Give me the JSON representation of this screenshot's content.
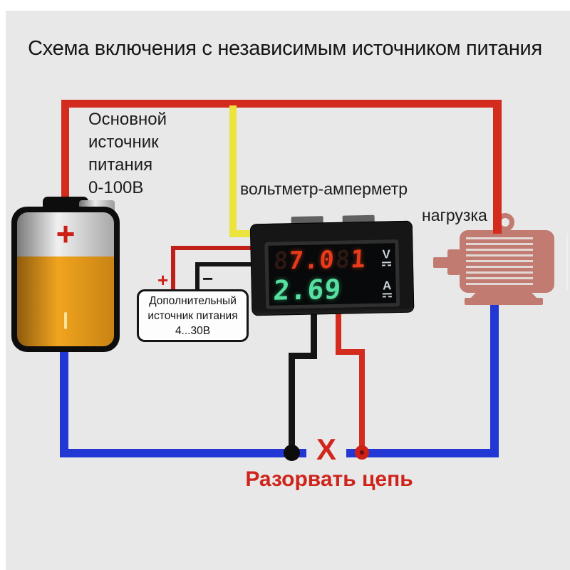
{
  "title": "Схема включения с независимым источником питания",
  "labels": {
    "main_source_line1": "Основной",
    "main_source_line2": "источник",
    "main_source_line3": "питания",
    "main_source_line4": "0-100В",
    "meter": "вольтметр-амперметр",
    "load": "нагрузка",
    "aux_line1": "Дополнительный",
    "aux_line2": "источник питания",
    "aux_line3": "4...30В",
    "aux_plus": "+",
    "aux_minus": "−",
    "break_mark": "X",
    "break_label": "Разорвать цепь"
  },
  "battery": {
    "plus_mark": "+"
  },
  "display": {
    "voltage_value": "7.01",
    "voltage_left": "7.0",
    "voltage_ghost": "8",
    "voltage_right": "1",
    "voltage_unit": "V",
    "current_value": "2.69",
    "current_unit": "A"
  },
  "colors": {
    "background": "#e8e8e8",
    "wire_positive_red": "#d32b1e",
    "wire_negative_blue": "#2337d4",
    "wire_sense_yellow": "#ece43e",
    "wire_black": "#141414",
    "motor_body": "#c17b70",
    "break_text_red": "#cf241b",
    "digit_red": "#ea3a1c",
    "digit_green": "#57e0a0"
  }
}
